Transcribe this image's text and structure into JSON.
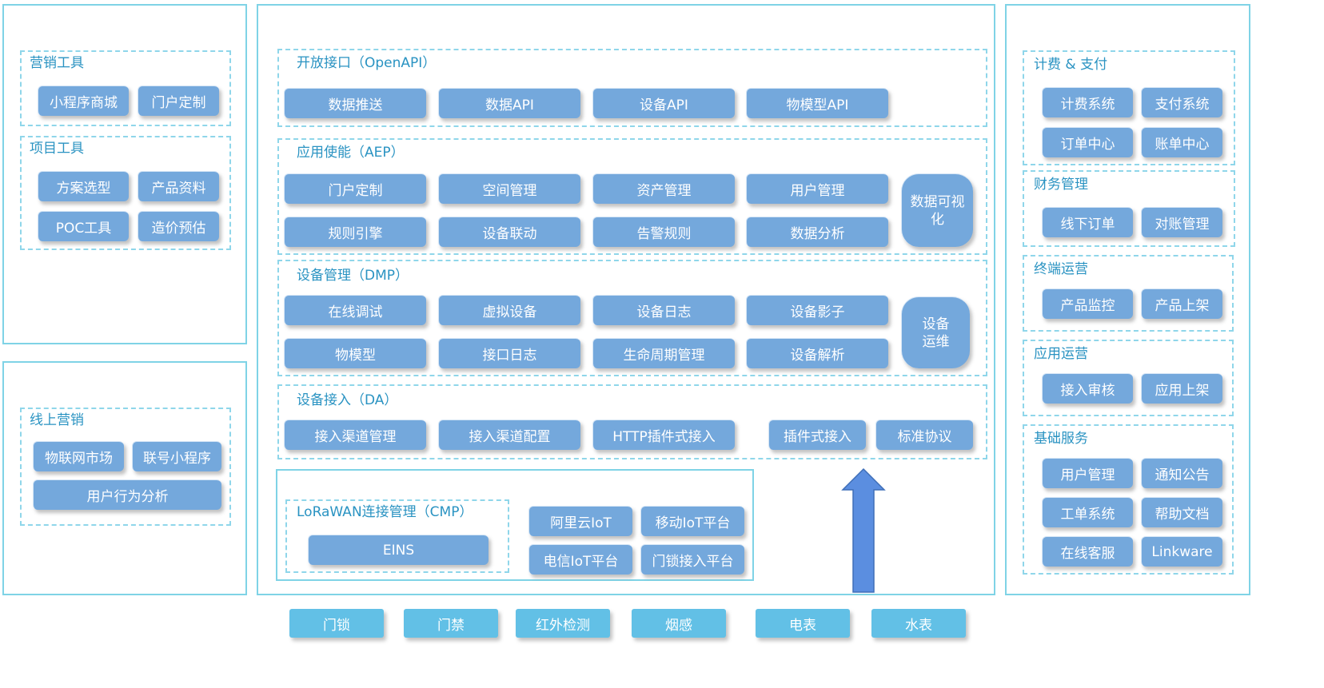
{
  "left": {
    "marketing_tools": {
      "title": "营销工具",
      "items": [
        "小程序商城",
        "门户定制"
      ]
    },
    "project_tools": {
      "title": "项目工具",
      "items": [
        "方案选型",
        "产品资料",
        "POC工具",
        "造价预估"
      ]
    },
    "online_marketing": {
      "title": "线上营销",
      "items": [
        "物联网市场",
        "联号小程序",
        "用户行为分析"
      ]
    }
  },
  "center": {
    "openapi": {
      "title": "开放接口（OpenAPI）",
      "items": [
        "数据推送",
        "数据API",
        "设备API",
        "物模型API"
      ]
    },
    "aep": {
      "title": "应用使能（AEP）",
      "items": [
        "门户定制",
        "空间管理",
        "资产管理",
        "用户管理",
        "规则引擎",
        "设备联动",
        "告警规则",
        "数据分析"
      ],
      "side": "数据可视化"
    },
    "dmp": {
      "title": "设备管理（DMP）",
      "items": [
        "在线调试",
        "虚拟设备",
        "设备日志",
        "设备影子",
        "物模型",
        "接口日志",
        "生命周期管理",
        "设备解析"
      ],
      "side": "设备运维"
    },
    "da": {
      "title": "设备接入（DA）",
      "items": [
        "接入渠道管理",
        "接入渠道配置",
        "HTTP插件式接入",
        "插件式接入",
        "标准协议"
      ]
    },
    "cmp": {
      "title": "LoRaWAN连接管理（CMP）",
      "items": [
        "EINS"
      ]
    },
    "platforms": [
      "阿里云IoT",
      "移动IoT平台",
      "电信IoT平台",
      "门锁接入平台"
    ]
  },
  "right": {
    "billing": {
      "title": "计费 & 支付",
      "items": [
        "计费系统",
        "支付系统",
        "订单中心",
        "账单中心"
      ]
    },
    "finance": {
      "title": "财务管理",
      "items": [
        "线下订单",
        "对账管理"
      ]
    },
    "terminal_ops": {
      "title": "终端运营",
      "items": [
        "产品监控",
        "产品上架"
      ]
    },
    "app_ops": {
      "title": "应用运营",
      "items": [
        "接入审核",
        "应用上架"
      ]
    },
    "basic": {
      "title": "基础服务",
      "items": [
        "用户管理",
        "通知公告",
        "工单系统",
        "帮助文档",
        "在线客服",
        "Linkware"
      ]
    }
  },
  "devices": [
    "门锁",
    "门禁",
    "红外检测",
    "烟感",
    "电表",
    "水表"
  ],
  "colors": {
    "panel_border": "#7fd3e6",
    "group_border": "#8fd6ea",
    "title": "#2a93c2",
    "button": "#74a8dc",
    "device": "#62c0e6",
    "arrow": "#5b8ee0"
  }
}
